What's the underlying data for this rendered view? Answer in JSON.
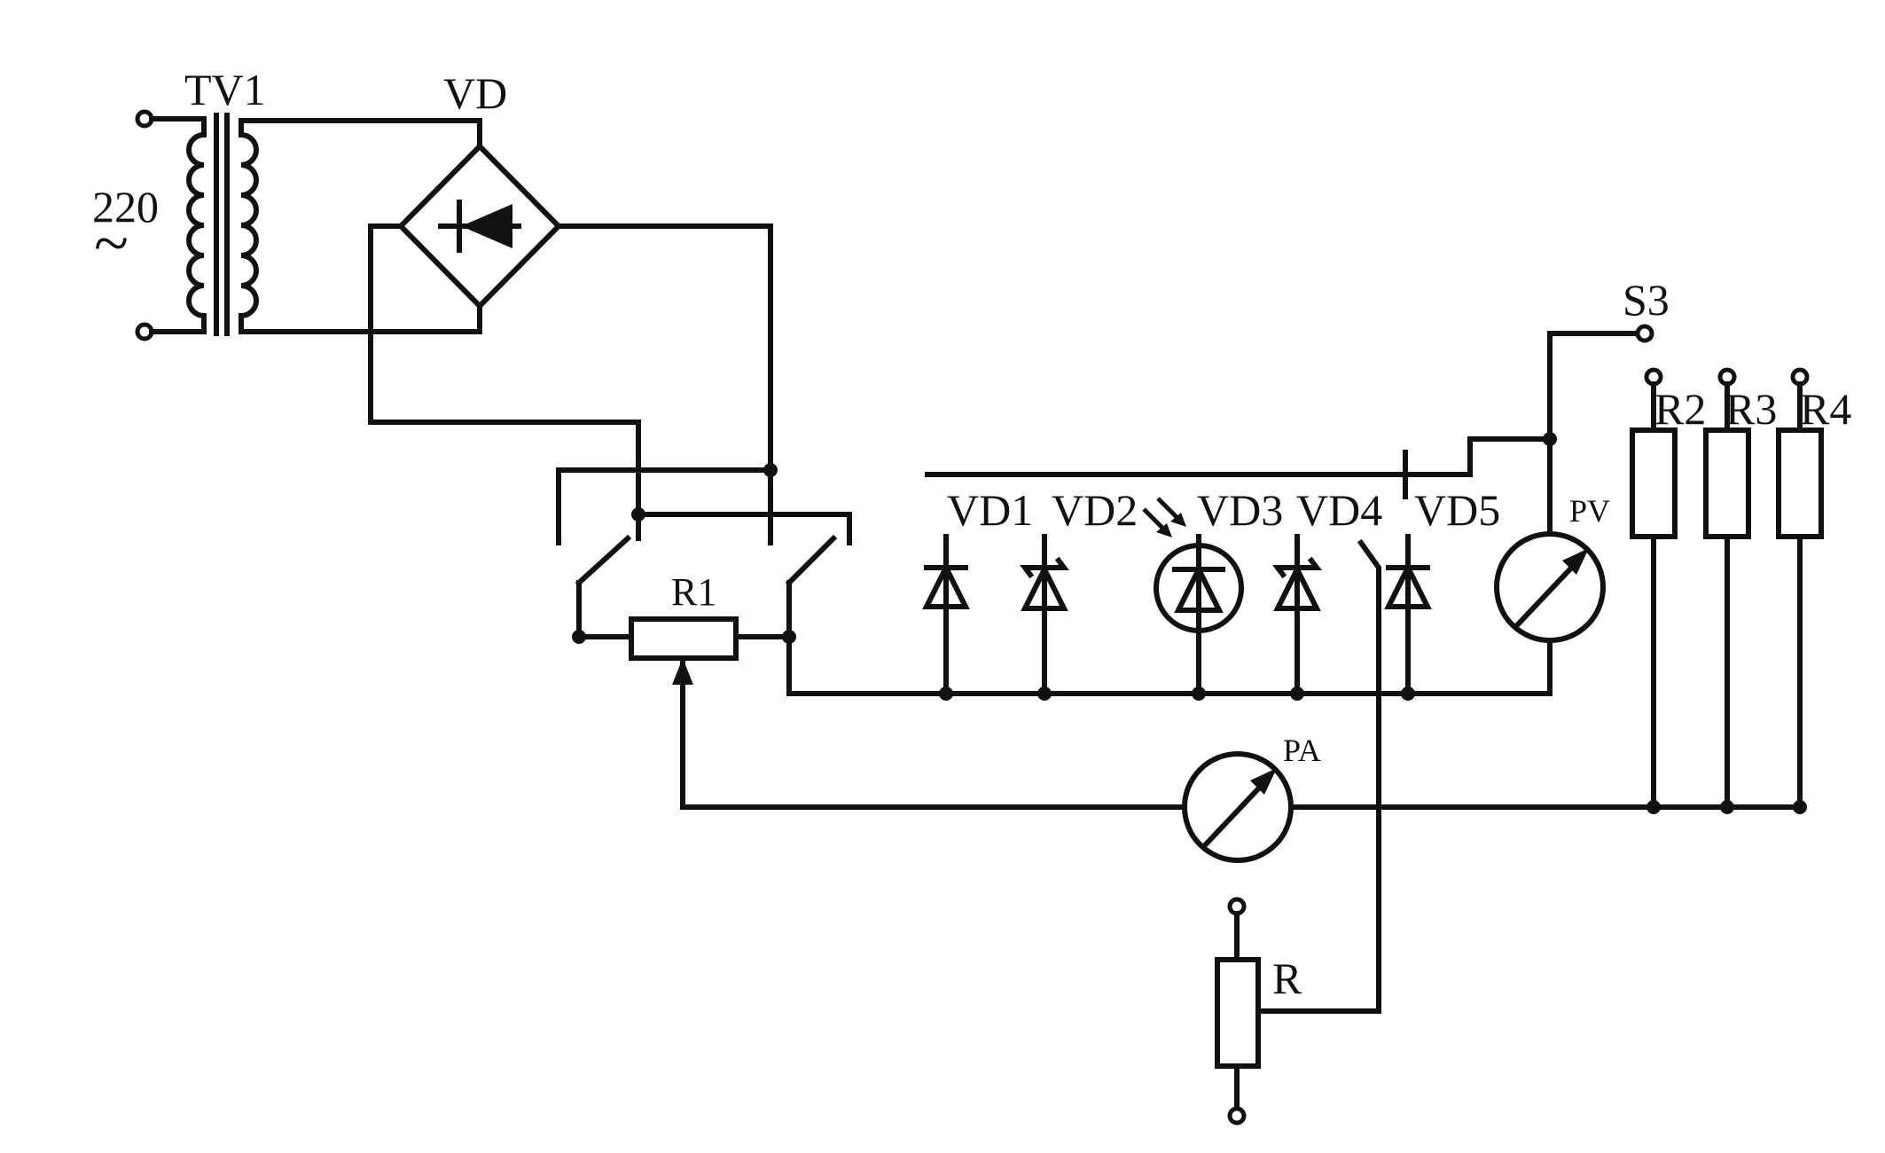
{
  "labels": {
    "tv1": "TV1",
    "vd": "VD",
    "mains": "220",
    "ac_symbol": "~",
    "r1": "R1",
    "vd1": "VD1",
    "vd2": "VD2",
    "vd3": "VD3",
    "vd4": "VD4",
    "vd5": "VD5",
    "pv": "PV",
    "pa": "PA",
    "s3": "S3",
    "r2": "R2",
    "r3": "R3",
    "r4": "R4",
    "r": "R"
  },
  "colors": {
    "ink": "#111111",
    "background": "#ffffff"
  }
}
